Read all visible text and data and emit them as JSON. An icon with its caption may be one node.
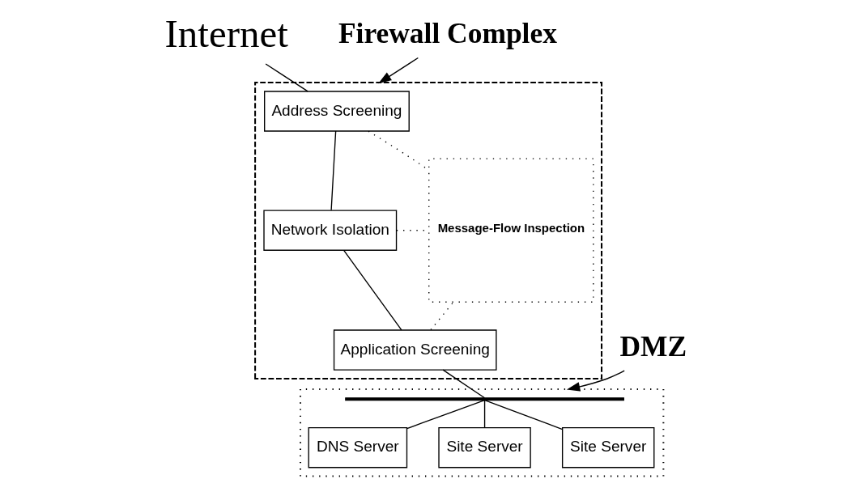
{
  "diagram": {
    "nodes": [
      {
        "text": [
          "Internet"
        ]
      },
      {
        "text": [
          "Firewall Complex"
        ]
      },
      {
        "text": [],
        "shape": "box"
      },
      {
        "text": [
          "Address Screening"
        ],
        "in": 2
      },
      {
        "text": [
          "Network Isolation"
        ],
        "in": 2
      },
      {
        "text": [
          "Application Screening"
        ],
        "in": 2
      },
      {
        "text": [
          "Message-Flow Inspection"
        ],
        "in": 2
      },
      {
        "text": [
          "DMZ"
        ]
      },
      {
        "text": [],
        "shape": "box"
      },
      {
        "text": [],
        "shape": "bar",
        "in": 8
      },
      {
        "text": [
          "DNS Server"
        ],
        "in": 8
      },
      {
        "text": [
          "Site Server"
        ],
        "in": 8
      },
      {
        "text": [
          "Site Server"
        ],
        "in": 8
      }
    ],
    "edges": [
      {
        "from": 0,
        "to": 3,
        "arrow": "none"
      },
      {
        "from": 1,
        "to": 2,
        "arrow": "to"
      },
      {
        "from": 3,
        "to": 4,
        "arrow": "none"
      },
      {
        "from": 4,
        "to": 5,
        "arrow": "none"
      },
      {
        "from": 3,
        "to": 6,
        "arrow": "none",
        "style": "dashed"
      },
      {
        "from": 4,
        "to": 6,
        "arrow": "none",
        "style": "dashed"
      },
      {
        "from": 5,
        "to": 6,
        "arrow": "none",
        "style": "dashed"
      },
      {
        "from": 5,
        "to": 9,
        "arrow": "none"
      },
      {
        "from": 9,
        "to": 10,
        "arrow": "none"
      },
      {
        "from": 9,
        "to": 11,
        "arrow": "none"
      },
      {
        "from": 9,
        "to": 12,
        "arrow": "none"
      },
      {
        "from": 7,
        "to": 8,
        "arrow": "to"
      }
    ]
  }
}
